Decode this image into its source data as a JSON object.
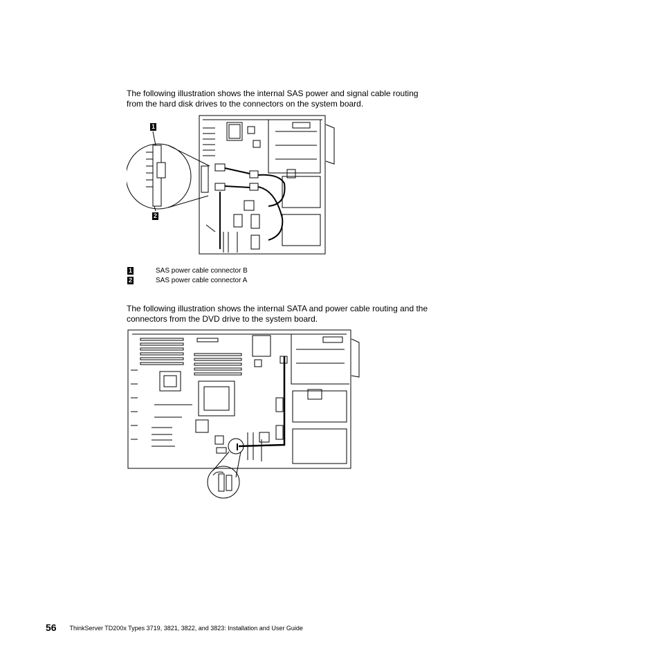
{
  "paragraphs": {
    "sas_intro": "The following illustration shows the internal SAS power and signal cable routing from the hard disk drives to the connectors on the system board.",
    "sata_intro": "The following illustration shows the internal SATA and power cable routing and the connectors from the DVD drive to the system board."
  },
  "figure1": {
    "callouts": [
      "1",
      "2"
    ]
  },
  "legend": [
    {
      "number": "1",
      "text": "SAS power cable connector B"
    },
    {
      "number": "2",
      "text": "SAS power cable connector A"
    }
  ],
  "footer": {
    "page_number": "56",
    "title": "ThinkServer TD200x Types 3719, 3821, 3822, and 3823:  Installation and User Guide"
  }
}
